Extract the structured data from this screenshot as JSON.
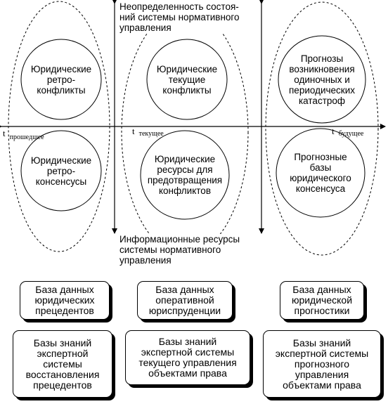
{
  "top_label": "Неопределенность состоя-\nний системы нормативного\nуправления",
  "bottom_label": "Информационные ресурсы\nсистемы нормативного\nуправления",
  "axis": {
    "t_past_symbol": "t",
    "t_past_sub": "прошедшее",
    "t_current_symbol": "t",
    "t_current_sub": "текущее",
    "t_future_symbol": "t",
    "t_future_sub": "будущее"
  },
  "circles": {
    "left_top": "Юридические\nретро-\nконфликты",
    "center_top": "Юридические\nтекущие\nконфликты",
    "right_top": "Прогнозы\nвозникновения\nодиночных и\nпериодических\nкатастроф",
    "left_bottom": "Юридические\nретро-\nконсенсусы",
    "center_bottom": "Юридические\nресурсы для\nпредотвращения\nконфликтов",
    "right_bottom": "Прогнозные\nбазы\nюридического\nконсенсуса"
  },
  "databases": {
    "left": "База данных\nюридических\nпрецедентов",
    "center": "База данных\nоперативной\nюриспруденции",
    "right": "База данных\nюридической\nпрогностики"
  },
  "knowledge_bases": {
    "left": "Базы знаний\nэкспертной\nсистемы\nвосстановления\nпрецедентов",
    "center": "Базы знаний\nэкспертной системы\nтекущего управления\nобъектами права",
    "right": "Базы знаний\nэкспертной системы\nпрогнозного\nуправления\nобъектами права"
  }
}
